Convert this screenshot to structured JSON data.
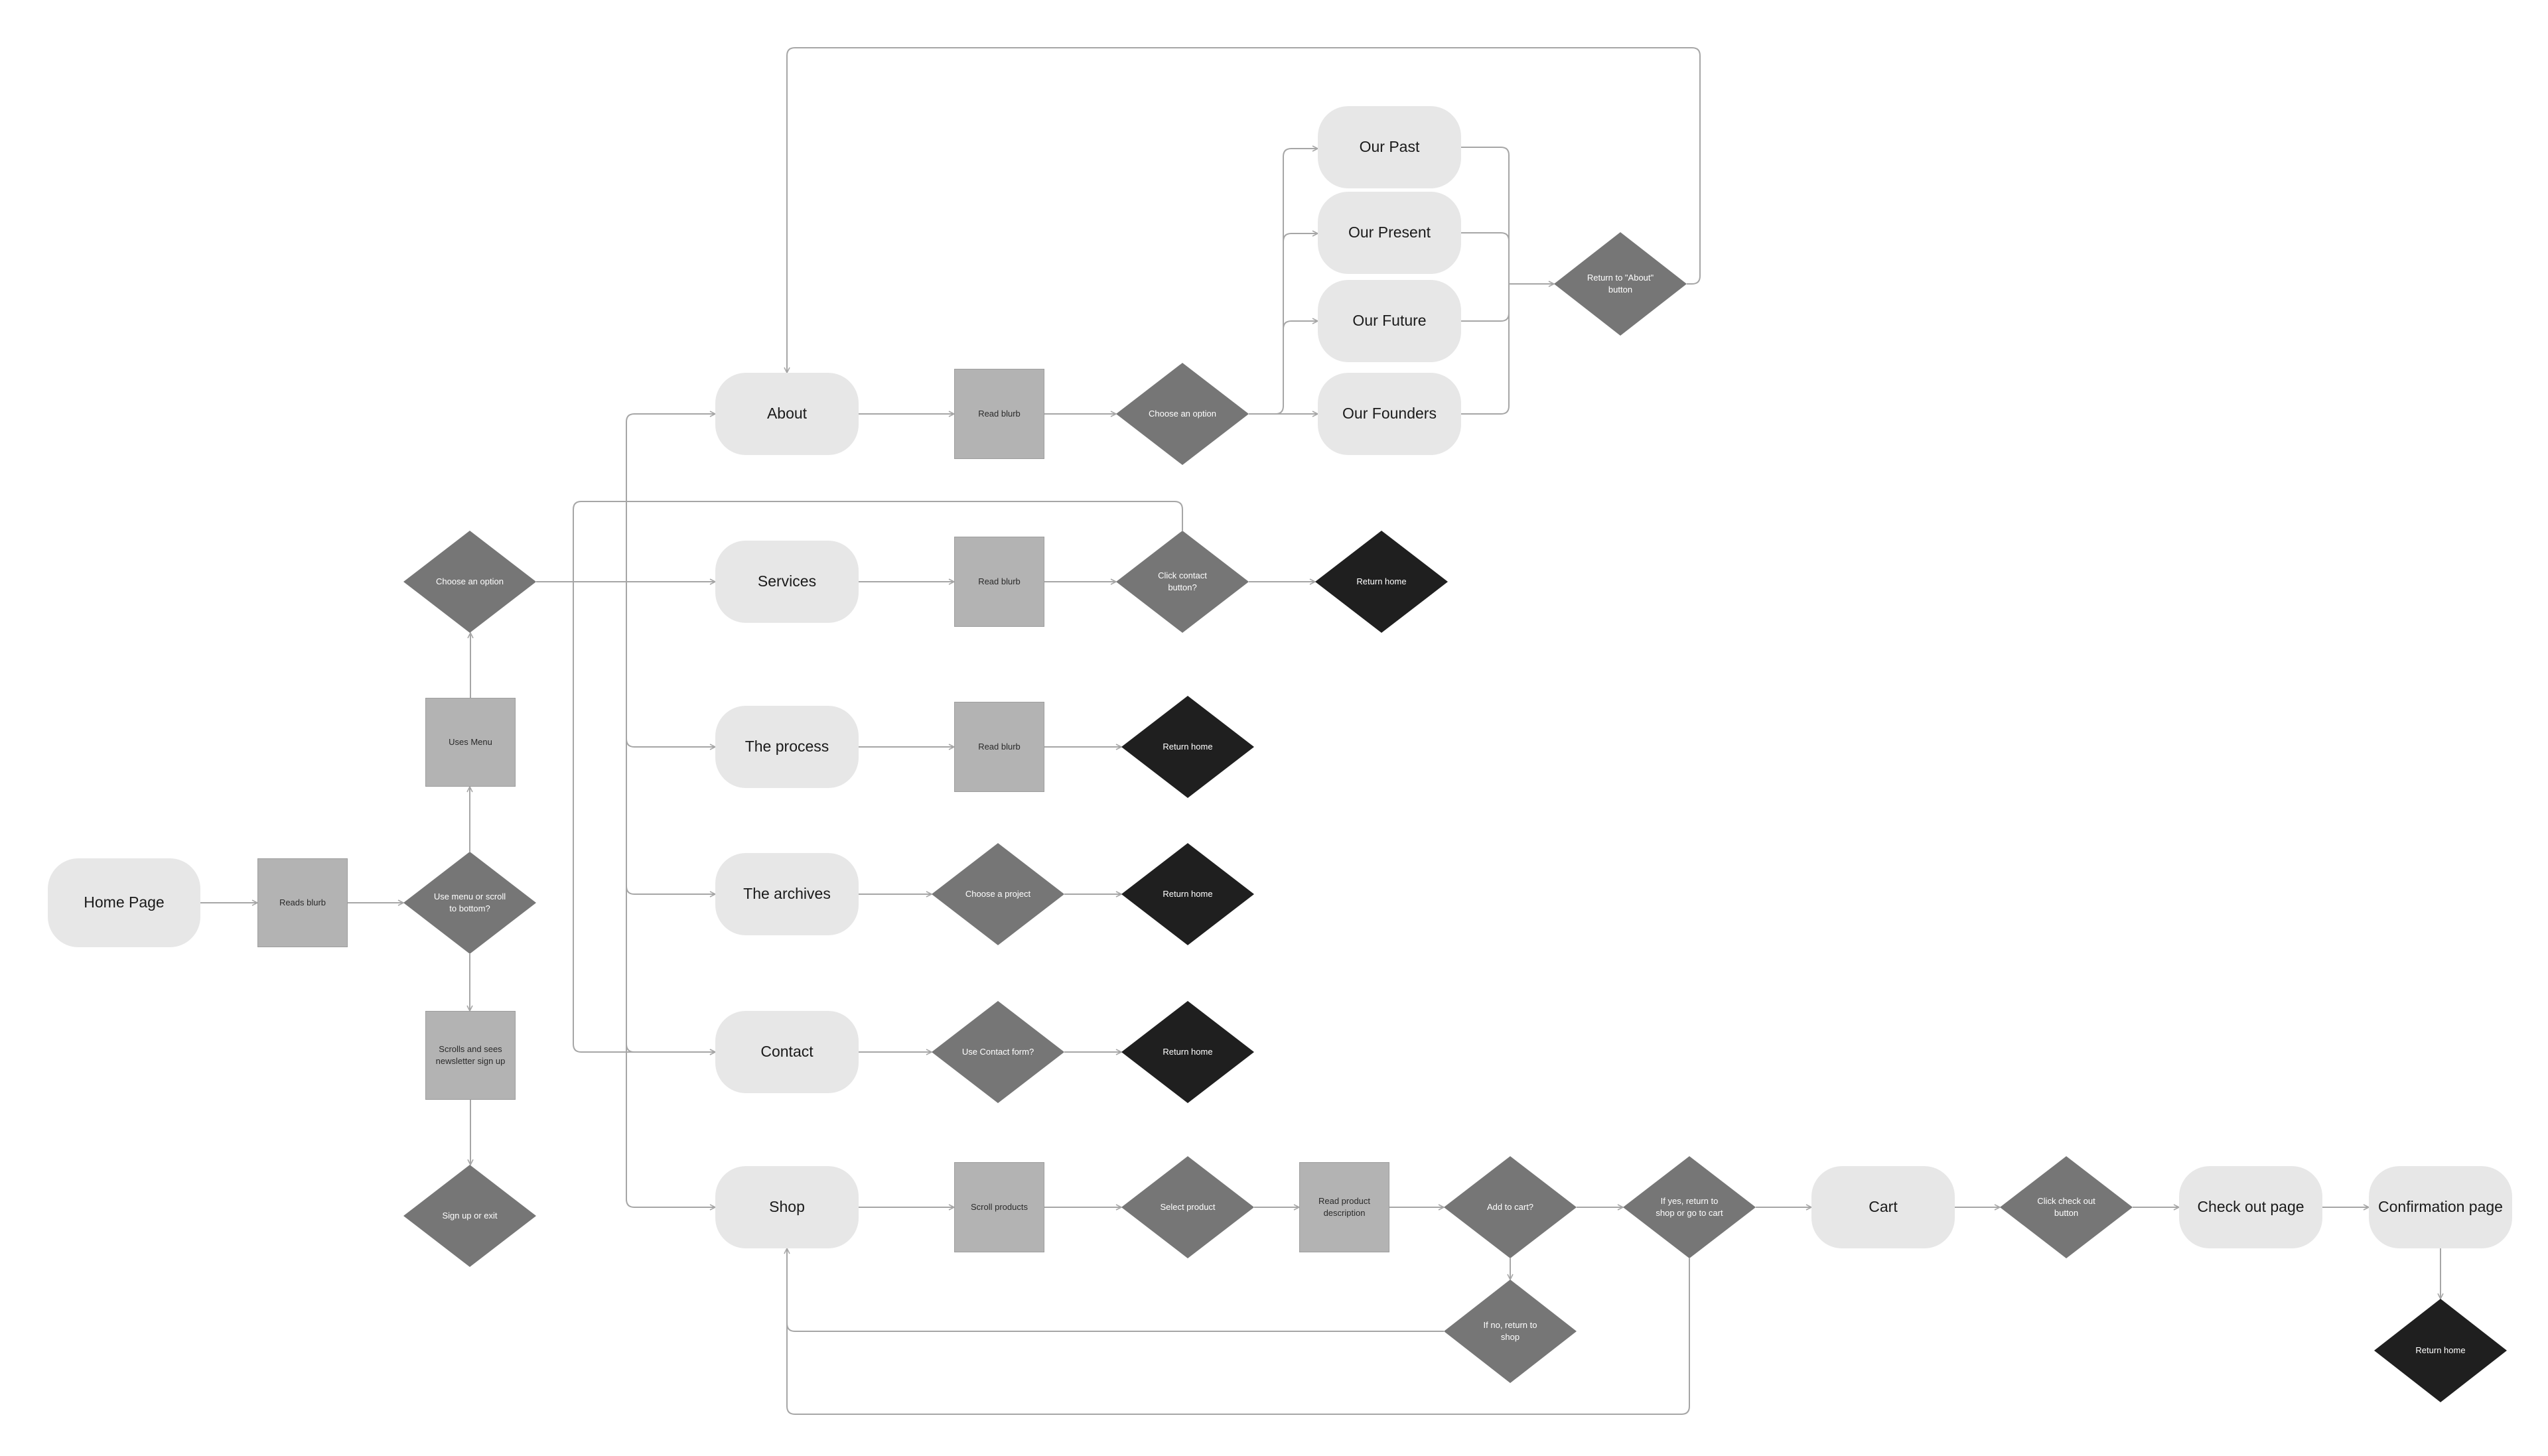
{
  "colors": {
    "terminal_fill": "#e7e7e7",
    "process_fill": "#b3b3b3",
    "decision_fill": "#767676",
    "end_fill": "#1f1f1f",
    "connector": "#a6a6a6"
  },
  "nodes": {
    "home": "Home Page",
    "reads_blurb": "Reads blurb",
    "use_menu_or_scroll": "Use menu or scroll to bottom?",
    "uses_menu": "Uses Menu",
    "choose_option_main": "Choose an option",
    "scrolls_newsletter": "Scrolls and sees newsletter sign up",
    "sign_up_or_exit": "Sign up or exit",
    "about": "About",
    "about_read": "Read blurb",
    "about_choose": "Choose an option",
    "our_past": "Our Past",
    "our_present": "Our Present",
    "our_future": "Our Future",
    "our_founders": "Our Founders",
    "return_about": "Return to \"About\" button",
    "services": "Services",
    "services_read": "Read blurb",
    "click_contact": "Click contact button?",
    "services_return": "Return home",
    "process": "The process",
    "process_read": "Read blurb",
    "process_return": "Return home",
    "archives": "The archives",
    "choose_project": "Choose a project",
    "archives_return": "Return home",
    "contact": "Contact",
    "use_contact_form": "Use Contact form?",
    "contact_return": "Return home",
    "shop": "Shop",
    "scroll_products": "Scroll products",
    "select_product": "Select product",
    "read_product_desc": "Read product description",
    "add_to_cart": "Add to cart?",
    "if_no": "If no, return to shop",
    "if_yes": "If yes, return to shop or go to cart",
    "cart": "Cart",
    "click_checkout": "Click check out button",
    "checkout_page": "Check out page",
    "confirmation_page": "Confirmation page",
    "confirmation_return": "Return home"
  }
}
